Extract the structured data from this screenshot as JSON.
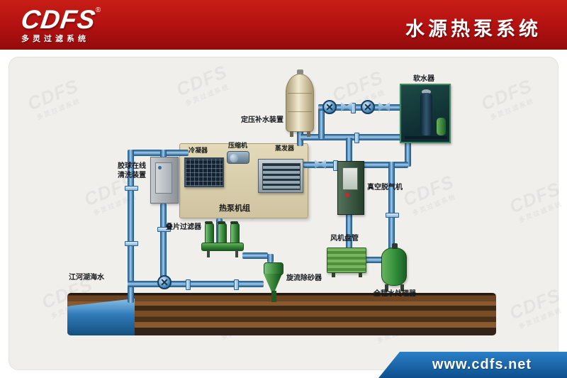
{
  "header": {
    "logo_text": "CDFS",
    "logo_reg": "®",
    "logo_subtitle": "多灵过滤系统",
    "title": "水源热泵系统"
  },
  "watermark": {
    "text": "CDFS",
    "subtext": "多灵过滤系统"
  },
  "diagram": {
    "labels": {
      "pressure_tank": "定压补水装置",
      "softener": "软水器",
      "compressor": "压缩机",
      "condenser": "冷凝器",
      "evaporator": "蒸发器",
      "heat_pump_unit": "热泵机组",
      "ball_cleaning": "胶球在线\n清洗装置",
      "vacuum_degasser": "真空脱气机",
      "disc_filter": "叠片过滤器",
      "fan_coil": "风机盘管",
      "cyclone": "旋流除砂器",
      "water_processor": "全程水处理器",
      "raw_water": "江河湖海水"
    },
    "colors": {
      "pipe_blue": "#3a76ad",
      "equipment_green": "#2e7d32",
      "tank_beige": "#e6ddc0",
      "header_red": "#b21010",
      "ribbon_blue": "#1260a8"
    }
  },
  "footer": {
    "url": "www.cdfs.net"
  }
}
